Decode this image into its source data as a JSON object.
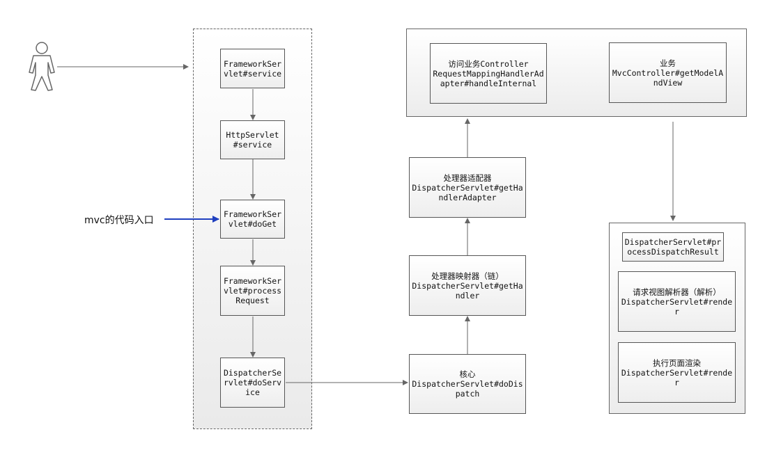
{
  "entry_label": "mvc的代码入口",
  "left_column": [
    {
      "text": "FrameworkServlet#service"
    },
    {
      "text": "HttpServlet\n#service"
    },
    {
      "text": "FrameworkServlet#doGet"
    },
    {
      "text": "FrameworkServlet#processRequest"
    },
    {
      "text": "DispatcherServlet#doService"
    }
  ],
  "middle_column": {
    "core": "核心\nDispatcherServlet#doDispatch",
    "mapping": "处理器映射器（链）\nDispatcherServlet#getHandler",
    "adapter": "处理器适配器\nDispatcherServlet#getHandlerAdapter"
  },
  "top_group": {
    "access": "访问业务Controller\nRequestMappingHandlerAdapter#handleInternal",
    "business": "业务\nMvcController#getModelAndView"
  },
  "right_group": {
    "process": "DispatcherServlet#processDispatchResult",
    "resolver": "请求视图解析器（解析）\nDispatcherServlet#render",
    "render": "执行页面渲染\nDispatcherServlet#render"
  },
  "colors": {
    "entry_arrow": "#1f3fbf",
    "line": "#666666"
  }
}
